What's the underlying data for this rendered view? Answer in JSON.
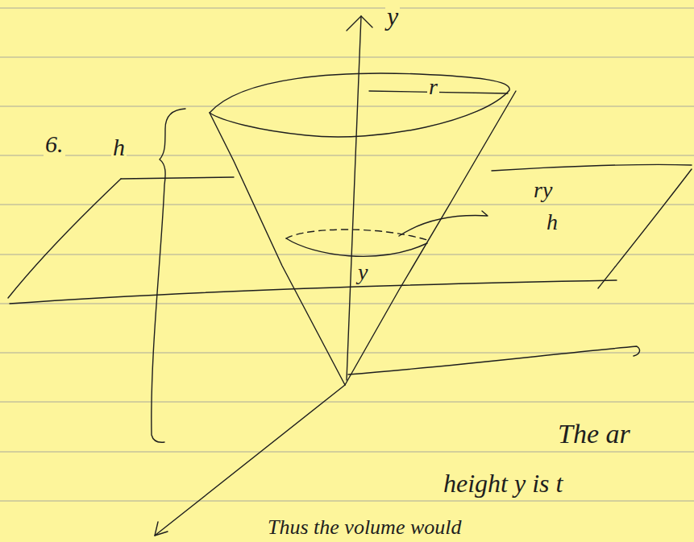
{
  "diagram": {
    "labels": [
      "y",
      "r",
      "6.",
      "h",
      "ry",
      "h",
      "y",
      "The ar",
      "height y is t",
      "Thus the volume would"
    ]
  }
}
